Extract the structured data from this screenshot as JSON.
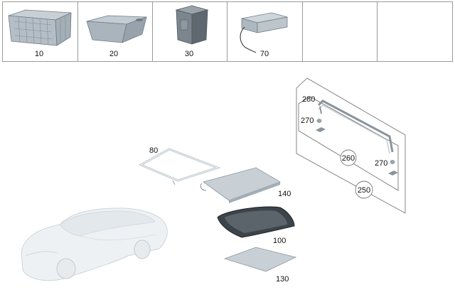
{
  "thumbnails": [
    {
      "number": "10",
      "icon": "folding-crate-icon"
    },
    {
      "number": "20",
      "icon": "storage-tray-icon"
    },
    {
      "number": "30",
      "icon": "cool-bag-icon"
    },
    {
      "number": "70",
      "icon": "cooler-box-icon"
    },
    {
      "number": "",
      "icon": ""
    },
    {
      "number": "",
      "icon": ""
    }
  ],
  "callouts": {
    "p80": "80",
    "p140": "140",
    "p100": "100",
    "p130": "130",
    "p280": "280",
    "p270a": "270",
    "p270b": "270",
    "p260": "260",
    "p250": "250"
  }
}
